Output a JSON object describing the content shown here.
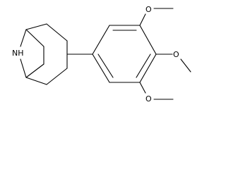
{
  "molecule": {
    "atoms": [
      {
        "id": "n8",
        "element": "N",
        "label": "NH"
      },
      {
        "id": "o3",
        "element": "O",
        "label": "O"
      },
      {
        "id": "o4",
        "element": "O",
        "label": "O"
      },
      {
        "id": "o5",
        "element": "O",
        "label": "O"
      }
    ],
    "bond_color": "#000000",
    "label_color": "#000000"
  }
}
